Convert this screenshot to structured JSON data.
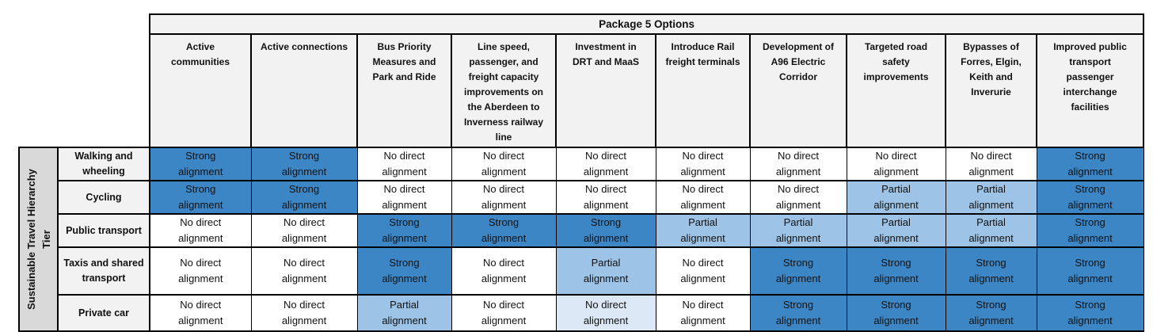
{
  "title": "Package 5 Options",
  "colors": {
    "strong": "#3C86C6",
    "partial": "#9DC3E6",
    "pale": "#DCE8F6",
    "header_bg": "#F2F2F2",
    "label_bg": "#F2F2F2",
    "tier_bg": "#D9D9D9"
  },
  "hierarchy": {
    "vertical_label": "Sustainable Travel Hierarchy",
    "vertical_sublabel": "Tier"
  },
  "columns": [
    "Active communities",
    "Active connections",
    "Bus Priority Measures and Park and Ride",
    "Line speed, passenger, and freight capacity improvements on the Aberdeen to Inverness railway line",
    "Investment in DRT and MaaS",
    "Introduce Rail freight terminals",
    "Development of A96 Electric Corridor",
    "Targeted road safety improvements",
    "Bypasses of Forres, Elgin, Keith and Inverurie",
    "Improved public transport passenger interchange facilities"
  ],
  "legend_levels": {
    "strong": "Strong alignment",
    "partial": "Partial alignment",
    "none": "No direct alignment"
  },
  "rows": [
    {
      "label": "Walking and wheeling",
      "cells": [
        {
          "text": "Strong alignment",
          "level": "strong"
        },
        {
          "text": "Strong alignment",
          "level": "strong"
        },
        {
          "text": "No direct alignment",
          "level": "none"
        },
        {
          "text": "No direct alignment",
          "level": "none"
        },
        {
          "text": "No direct alignment",
          "level": "none"
        },
        {
          "text": "No direct alignment",
          "level": "none"
        },
        {
          "text": "No direct alignment",
          "level": "none"
        },
        {
          "text": "No direct alignment",
          "level": "none"
        },
        {
          "text": "No direct alignment",
          "level": "none"
        },
        {
          "text": "Strong alignment",
          "level": "strong"
        }
      ]
    },
    {
      "label": "Cycling",
      "cells": [
        {
          "text": "Strong alignment",
          "level": "strong"
        },
        {
          "text": "Strong alignment",
          "level": "strong"
        },
        {
          "text": "No direct alignment",
          "level": "none"
        },
        {
          "text": "No direct alignment",
          "level": "none"
        },
        {
          "text": "No direct alignment",
          "level": "none"
        },
        {
          "text": "No direct alignment",
          "level": "none"
        },
        {
          "text": "No direct alignment",
          "level": "none"
        },
        {
          "text": "Partial alignment",
          "level": "partial"
        },
        {
          "text": "Partial alignment",
          "level": "partial"
        },
        {
          "text": "Strong alignment",
          "level": "strong"
        }
      ]
    },
    {
      "label": "Public transport",
      "cells": [
        {
          "text": "No direct alignment",
          "level": "none"
        },
        {
          "text": "No direct alignment",
          "level": "none"
        },
        {
          "text": "Strong alignment",
          "level": "strong"
        },
        {
          "text": "Strong alignment",
          "level": "strong"
        },
        {
          "text": "Strong alignment",
          "level": "strong"
        },
        {
          "text": "Partial alignment",
          "level": "partial"
        },
        {
          "text": "Partial alignment",
          "level": "partial"
        },
        {
          "text": "Partial alignment",
          "level": "partial"
        },
        {
          "text": "Partial alignment",
          "level": "partial"
        },
        {
          "text": "Strong alignment",
          "level": "strong"
        }
      ]
    },
    {
      "label": "Taxis and shared transport",
      "cells": [
        {
          "text": "No direct alignment",
          "level": "none"
        },
        {
          "text": "No direct alignment",
          "level": "none"
        },
        {
          "text": "Strong alignment",
          "level": "strong"
        },
        {
          "text": "No direct alignment",
          "level": "none"
        },
        {
          "text": "Partial alignment",
          "level": "partial"
        },
        {
          "text": "No direct alignment",
          "level": "none"
        },
        {
          "text": "Strong alignment",
          "level": "strong"
        },
        {
          "text": "Strong alignment",
          "level": "strong"
        },
        {
          "text": "Strong alignment",
          "level": "strong"
        },
        {
          "text": "Strong alignment",
          "level": "strong"
        }
      ]
    },
    {
      "label": "Private car",
      "cells": [
        {
          "text": "No direct alignment",
          "level": "none"
        },
        {
          "text": "No direct alignment",
          "level": "none"
        },
        {
          "text": "Partial alignment",
          "level": "partial"
        },
        {
          "text": "No direct alignment",
          "level": "none"
        },
        {
          "text": "No direct alignment",
          "level": "pale"
        },
        {
          "text": "No direct alignment",
          "level": "none"
        },
        {
          "text": "Strong alignment",
          "level": "strong"
        },
        {
          "text": "Strong alignment",
          "level": "strong"
        },
        {
          "text": "Strong alignment",
          "level": "strong"
        },
        {
          "text": "Strong alignment",
          "level": "strong"
        }
      ]
    }
  ]
}
